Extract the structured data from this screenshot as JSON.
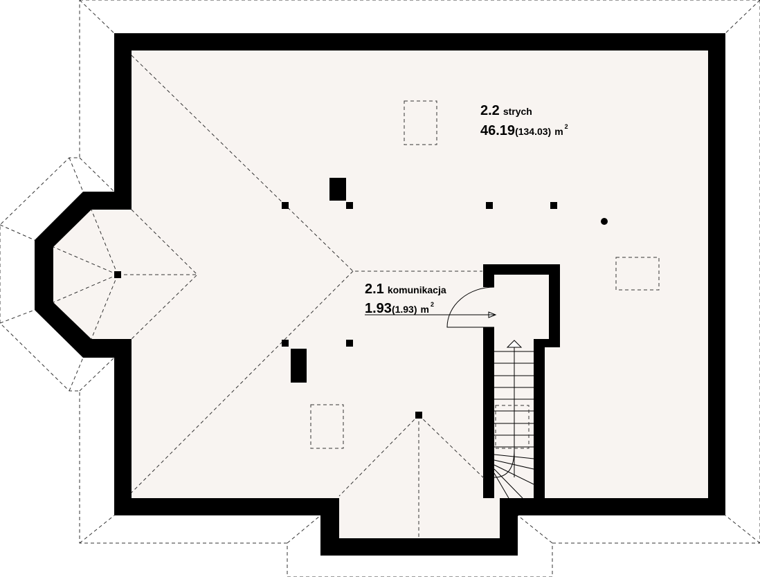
{
  "plan": {
    "colors": {
      "floor": "#f8f4f1",
      "wall": "#000000",
      "line": "#333333"
    },
    "rooms": [
      {
        "number": "2.2",
        "name": "strych",
        "area": "46.19",
        "area_total": "(134.03)",
        "unit": "m",
        "unit_sup": "2"
      },
      {
        "number": "2.1",
        "name": "komunikacja",
        "area": "1.93",
        "area_total": "(1.93)",
        "unit": "m",
        "unit_sup": "2"
      }
    ]
  }
}
